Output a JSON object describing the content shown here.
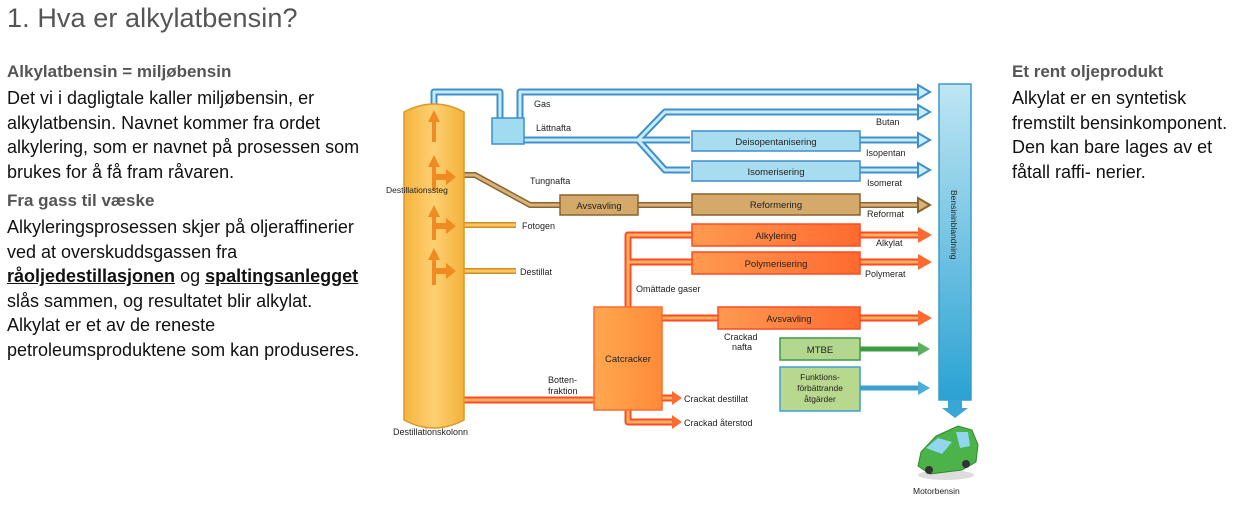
{
  "page": {
    "title": "1. Hva er alkylatbensin?"
  },
  "left": {
    "section1": {
      "heading": "Alkylatbensin = miljøbensin",
      "body": "Det vi i dagligtale kaller miljøbensin, er alkylatbensin. Navnet kommer fra ordet alkylering, som er navnet på prosessen som brukes for å få fram råvaren."
    },
    "section2": {
      "heading": "Fra gass til væske",
      "body_pre": "Alkyleringsprosessen skjer på oljeraffinerier ved at overskuddsgassen fra ",
      "link1": "råoljedestillasjonen",
      "mid": " og ",
      "link2": "spaltingsanlegget",
      "body_post": " slås sammen, og resultatet blir alkylat. Alkylat er et av de reneste petroleumsproduktene som kan produseres."
    }
  },
  "right": {
    "heading": "Et rent oljeprodukt",
    "body": "Alkylat er en syntetisk fremstilt bensinkomponent. Den kan bare lages av et fåtall raffi- nerier."
  },
  "diagram": {
    "colors": {
      "blue": "#8fd3ea",
      "blue_stroke": "#3d8fd0",
      "brown": "#d2a86a",
      "brown_stroke": "#8a6430",
      "orange": "#ff7a3c",
      "orange_stroke": "#ff4a22",
      "yellow": "#fcc657",
      "green": "#a9d18e",
      "green_stroke": "#3f9a45",
      "column": "#fcc65a",
      "blend": "#4db3da"
    },
    "labels": {
      "column_stage": "Destillationssteg",
      "column_name": "Destillationskolonn",
      "gas": "Gas",
      "lattnafta": "Lättnafta",
      "tungnafta": "Tungnafta",
      "fotogen": "Fotogen",
      "destillat": "Destillat",
      "butan": "Butan",
      "isopentan": "Isopentan",
      "isomerat": "Isomerat",
      "reformat": "Reformat",
      "alkylat": "Alkylat",
      "polymerat": "Polymerat",
      "omattade": "Omättade gaser",
      "crackad_nafta_1": "Crackad",
      "crackad_nafta_2": "nafta",
      "botten_1": "Botten-",
      "botten_2": "fraktion",
      "crackat_destillat": "Crackat destillat",
      "crackad_aterstod": "Crackad återstod",
      "blend": "Bensininblandning",
      "car": "Motorbensin"
    },
    "processes": {
      "deisopentanisering": "Deisopentanisering",
      "isomerisering": "Isomerisering",
      "avsvavling1": "Avsvavling",
      "reformering": "Reformering",
      "alkylering": "Alkylering",
      "polymerisering": "Polymerisering",
      "avsvavling2": "Avsvavling",
      "catcracker": "Catcracker",
      "mtbe": "MTBE",
      "funk_1": "Funktions-",
      "funk_2": "förbättrande",
      "funk_3": "åtgärder"
    }
  }
}
